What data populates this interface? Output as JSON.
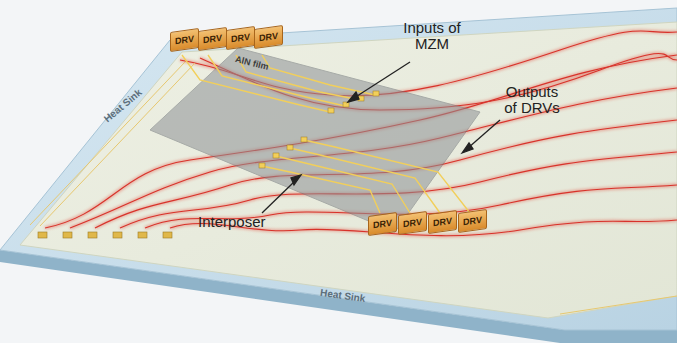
{
  "diagram": {
    "nodes": [
      {
        "text": [
          "DRV"
        ]
      },
      {
        "text": [
          "DRV"
        ]
      },
      {
        "text": [
          "DRV"
        ]
      },
      {
        "text": [
          "DRV"
        ]
      },
      {
        "text": [
          "AlN film"
        ]
      },
      {
        "text": [
          "DRV"
        ]
      },
      {
        "text": [
          "DRV"
        ]
      },
      {
        "text": [
          "DRV"
        ]
      },
      {
        "text": [
          "DRV"
        ]
      }
    ],
    "labels": [
      "Heat Sink",
      "Heat Sink",
      "Inputs of MZM",
      "Outputs of DRVs",
      "Interposer"
    ]
  }
}
